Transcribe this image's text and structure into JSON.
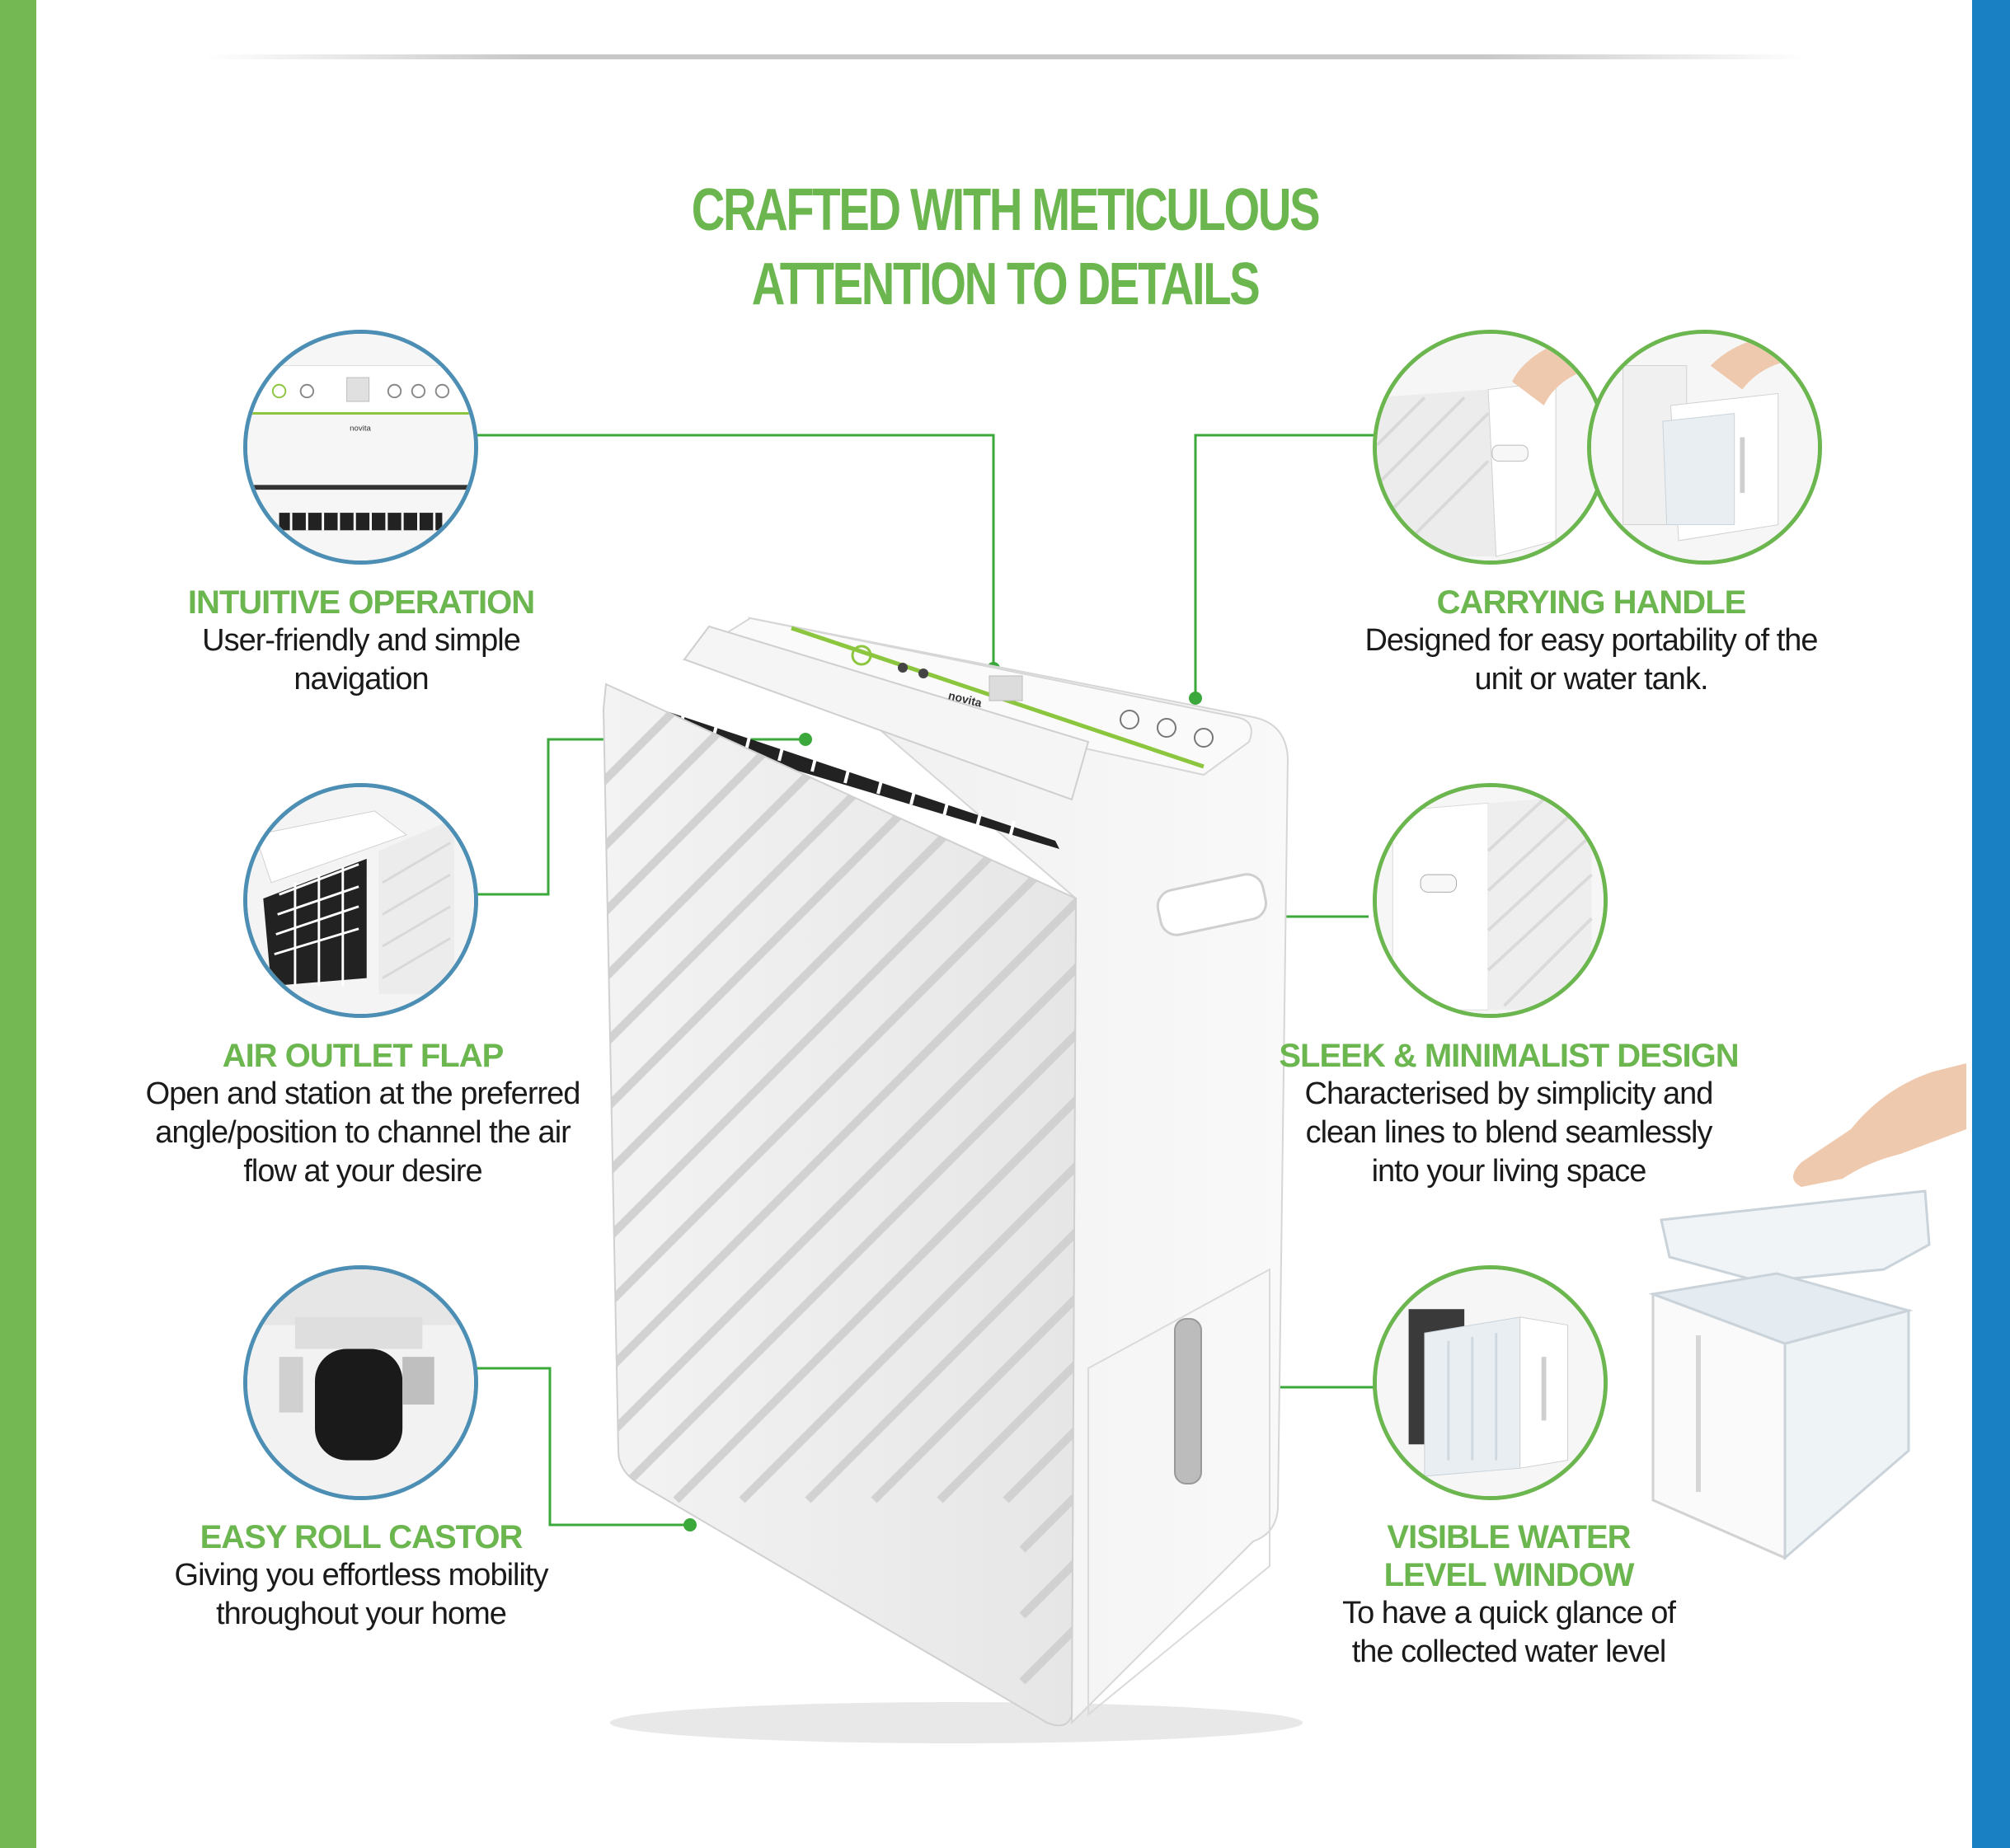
{
  "colors": {
    "accent_green": "#6cb64f",
    "left_bar": "#74b854",
    "right_bar": "#1a80c4",
    "text": "#1a1a1a"
  },
  "title": {
    "line1": "CRAFTED WITH METICULOUS",
    "line2": "ATTENTION TO DETAILS"
  },
  "features": {
    "intuitive": {
      "heading": "INTUITIVE OPERATION",
      "desc1": "User-friendly and simple",
      "desc2": "navigation"
    },
    "airflap": {
      "heading": "AIR OUTLET FLAP",
      "desc1": "Open and station at the preferred",
      "desc2": "angle/position to channel the air",
      "desc3": "flow at your desire"
    },
    "castor": {
      "heading": "EASY ROLL CASTOR",
      "desc1": "Giving you effortless mobility",
      "desc2": "throughout your home"
    },
    "handle": {
      "heading": "CARRYING HANDLE",
      "desc1": "Designed for easy portability of the",
      "desc2": "unit or water tank."
    },
    "design": {
      "heading": "SLEEK & MINIMALIST DESIGN",
      "desc1": "Characterised by simplicity and",
      "desc2": "clean lines to blend seamlessly",
      "desc3": "into your living space"
    },
    "water": {
      "heading1": "VISIBLE WATER",
      "heading2": "LEVEL WINDOW",
      "desc1": "To have a quick glance of",
      "desc2": "the collected water level"
    }
  },
  "product": {
    "brand": "novita"
  }
}
